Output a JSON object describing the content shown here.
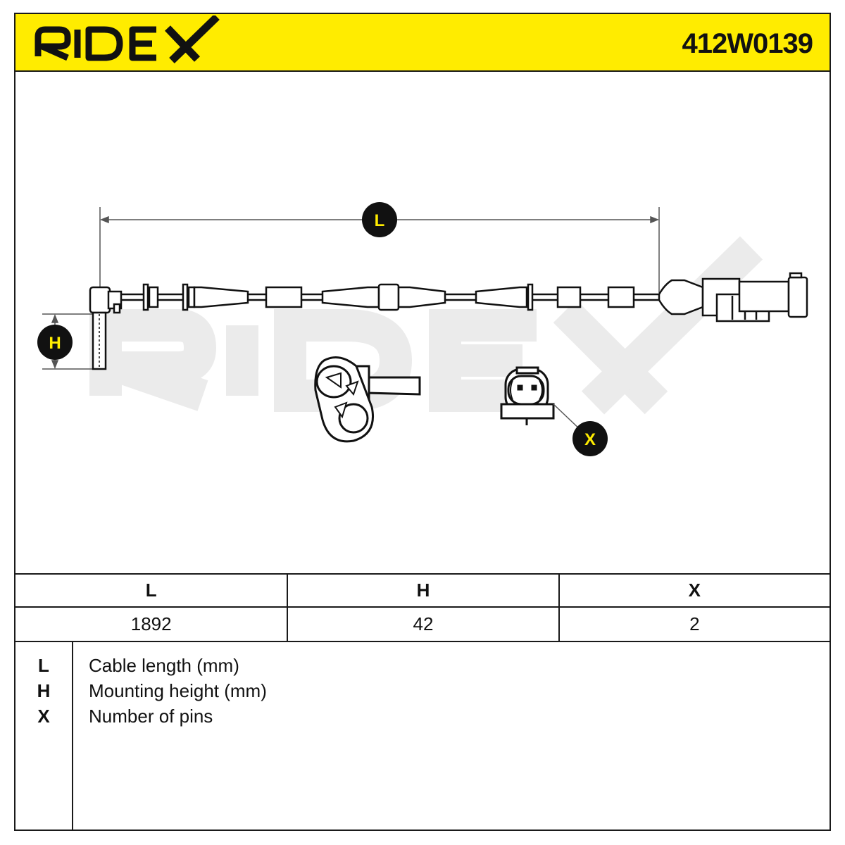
{
  "header": {
    "brand": "RIDEX",
    "part_number": "412W0139",
    "background_color": "#ffec00"
  },
  "drawing": {
    "watermark": "RIDEX",
    "dimension_labels": {
      "length": "L",
      "height": "H",
      "pins": "X"
    },
    "accent_color": "#ffec00"
  },
  "spec_table": {
    "headers": [
      "L",
      "H",
      "X"
    ],
    "values": [
      "1892",
      "42",
      "2"
    ]
  },
  "legend": {
    "items": [
      {
        "key": "L",
        "text": "Cable length (mm)"
      },
      {
        "key": "H",
        "text": "Mounting height (mm)"
      },
      {
        "key": "X",
        "text": "Number of pins"
      }
    ]
  }
}
